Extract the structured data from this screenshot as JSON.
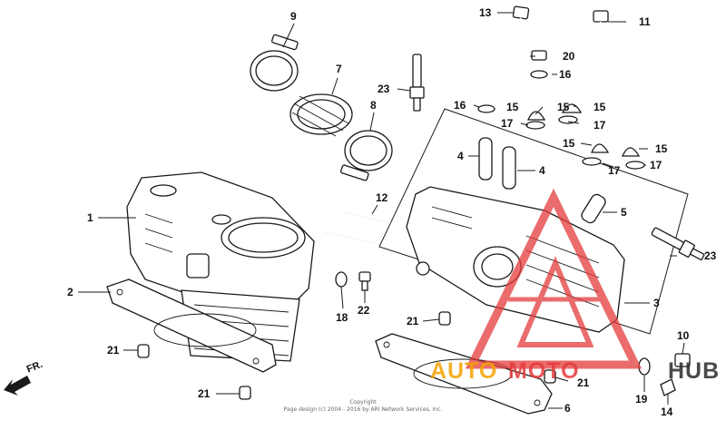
{
  "callouts": {
    "c1": "1",
    "c2": "2",
    "c3": "3",
    "c4a": "4",
    "c4b": "4",
    "c5": "5",
    "c6": "6",
    "c7": "7",
    "c8": "8",
    "c9": "9",
    "c10": "10",
    "c11": "11",
    "c12": "12",
    "c13": "13",
    "c14": "14",
    "c15a": "15",
    "c15b": "15",
    "c15c": "15",
    "c15d": "15",
    "c15e": "15",
    "c16a": "16",
    "c16b": "16",
    "c17a": "17",
    "c17b": "17",
    "c17c": "17",
    "c17d": "17",
    "c18": "18",
    "c19": "19",
    "c20": "20",
    "c21a": "21",
    "c21b": "21",
    "c21c": "21",
    "c21d": "21",
    "c22": "22",
    "c23a": "23",
    "c23b": "23"
  },
  "direction_label": "FR.",
  "copyright": {
    "line1": "Copyright",
    "line2": "Page design (c) 2004 - 2016 by ARI Network Services, Inc."
  },
  "watermark": {
    "auto": "AUTO",
    "moto": "MOTO",
    "hub": "HUB",
    "colors": {
      "triangle": "#e33b3b",
      "auto": "#f4a300",
      "moto": "#e33b3b",
      "hub": "#2b2b2b"
    }
  }
}
